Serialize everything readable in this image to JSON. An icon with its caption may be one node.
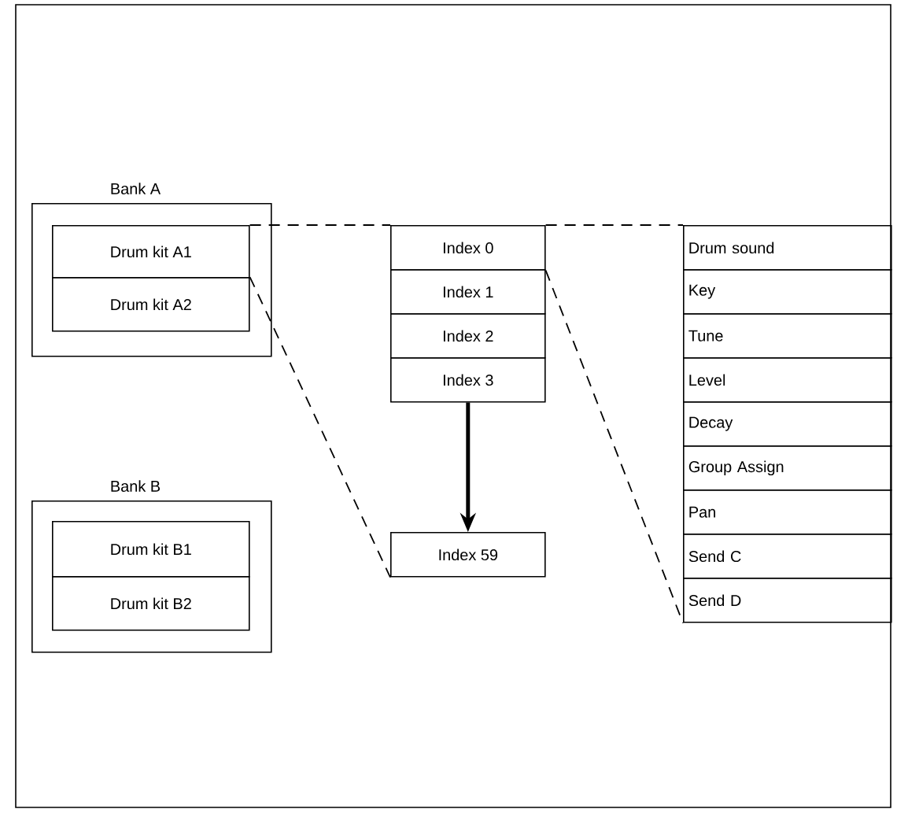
{
  "diagram": {
    "nodes": [
      {
        "text": [
          "Bank A"
        ]
      },
      {
        "text": [
          "Drum kit A1"
        ],
        "in": 0
      },
      {
        "text": [
          "Drum kit A2"
        ],
        "in": 0
      },
      {
        "text": [
          "Bank B"
        ]
      },
      {
        "text": [
          "Drum kit B1"
        ],
        "in": 3
      },
      {
        "text": [
          "Drum kit B2"
        ],
        "in": 3
      },
      {
        "text": [
          "Index 0"
        ]
      },
      {
        "text": [
          "Index 1"
        ]
      },
      {
        "text": [
          "Index 2"
        ]
      },
      {
        "text": [
          "Index 3"
        ]
      },
      {
        "text": [
          "Index 59"
        ]
      },
      {
        "text": [
          "Drum sound"
        ]
      },
      {
        "text": [
          "Key"
        ]
      },
      {
        "text": [
          "Tune"
        ]
      },
      {
        "text": [
          "Level"
        ]
      },
      {
        "text": [
          "Decay"
        ]
      },
      {
        "text": [
          "Group Assign"
        ]
      },
      {
        "text": [
          "Pan"
        ]
      },
      {
        "text": [
          "Send C"
        ]
      },
      {
        "text": [
          "Send D"
        ]
      }
    ],
    "edges": [
      {
        "from": 1,
        "to": 6,
        "arrow": "none",
        "style": "dashed"
      },
      {
        "from": 6,
        "to": 11,
        "arrow": "none",
        "style": "dashed"
      },
      {
        "from": 2,
        "to": 10,
        "arrow": "none",
        "style": "dashed"
      },
      {
        "from": 6,
        "to": 19,
        "arrow": "none",
        "style": "dashed"
      },
      {
        "from": 9,
        "to": 10,
        "arrow": "to",
        "style": "thick"
      }
    ]
  }
}
